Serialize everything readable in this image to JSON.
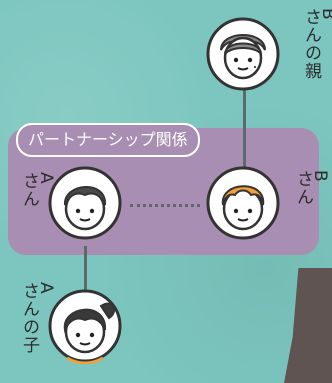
{
  "partnership": {
    "label": "パートナーシップ関係"
  },
  "people": {
    "b_parent": {
      "label_top": "B",
      "label_rest": "さんの親"
    },
    "person_a": {
      "label_top": "A",
      "label_rest": "さん"
    },
    "person_b": {
      "label_top": "B",
      "label_rest": "さん"
    },
    "a_child": {
      "label_top": "A",
      "label_rest": "さんの子"
    }
  },
  "colors": {
    "background": "#7cc6bf",
    "partner_box": "#a98eb3",
    "connector": "#5e6a6a",
    "hair_gray": "#8a8a8a",
    "hair_dark": "#4a4a4a",
    "hair_orange": "#f2a03a"
  }
}
